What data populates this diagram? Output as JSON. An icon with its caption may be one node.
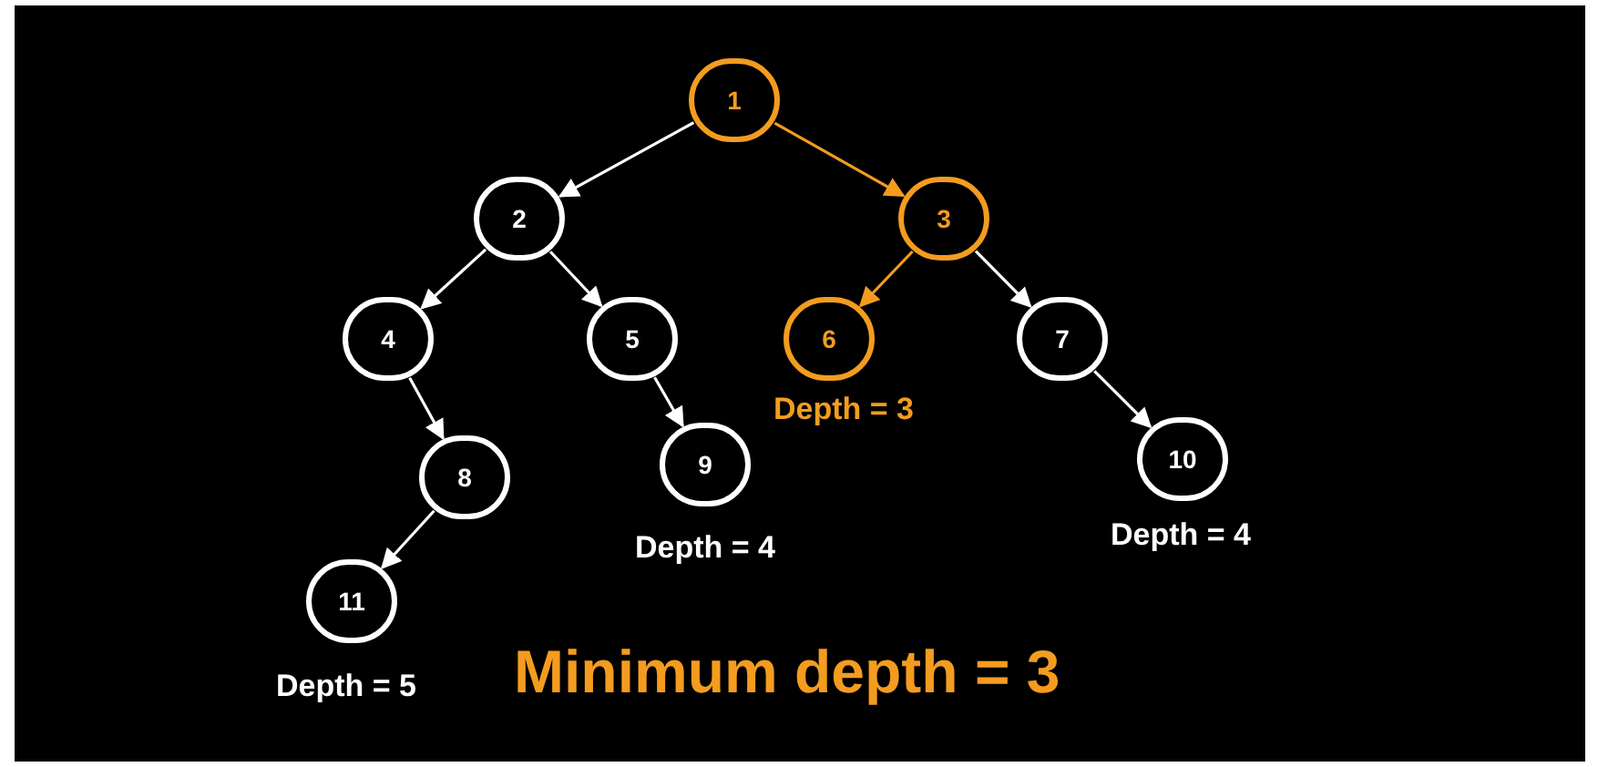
{
  "diagram": {
    "nodes": [
      {
        "text": [
          "1"
        ]
      },
      {
        "text": [
          "2"
        ]
      },
      {
        "text": [
          "3"
        ]
      },
      {
        "text": [
          "4"
        ]
      },
      {
        "text": [
          "5"
        ]
      },
      {
        "text": [
          "6"
        ],
        "beside": [
          "Depth = 3"
        ]
      },
      {
        "text": [
          "7"
        ]
      },
      {
        "text": [
          "8"
        ]
      },
      {
        "text": [
          "9"
        ],
        "beside": [
          "Depth = 4"
        ]
      },
      {
        "text": [
          "10"
        ],
        "beside": [
          "Depth = 4"
        ]
      },
      {
        "text": [
          "11"
        ],
        "beside": [
          "Depth = 5"
        ]
      }
    ],
    "edges": [
      {
        "from": 0,
        "to": 1,
        "arrow": "to"
      },
      {
        "from": 0,
        "to": 2,
        "arrow": "to",
        "color": "#f39c1f"
      },
      {
        "from": 1,
        "to": 3,
        "arrow": "to"
      },
      {
        "from": 1,
        "to": 4,
        "arrow": "to"
      },
      {
        "from": 2,
        "to": 5,
        "arrow": "to",
        "color": "#f39c1f"
      },
      {
        "from": 2,
        "to": 6,
        "arrow": "to"
      },
      {
        "from": 3,
        "to": 7,
        "arrow": "to"
      },
      {
        "from": 4,
        "to": 8,
        "arrow": "to"
      },
      {
        "from": 6,
        "to": 9,
        "arrow": "to"
      },
      {
        "from": 7,
        "to": 10,
        "arrow": "to"
      }
    ],
    "labels": [
      "Minimum depth = 3"
    ]
  }
}
